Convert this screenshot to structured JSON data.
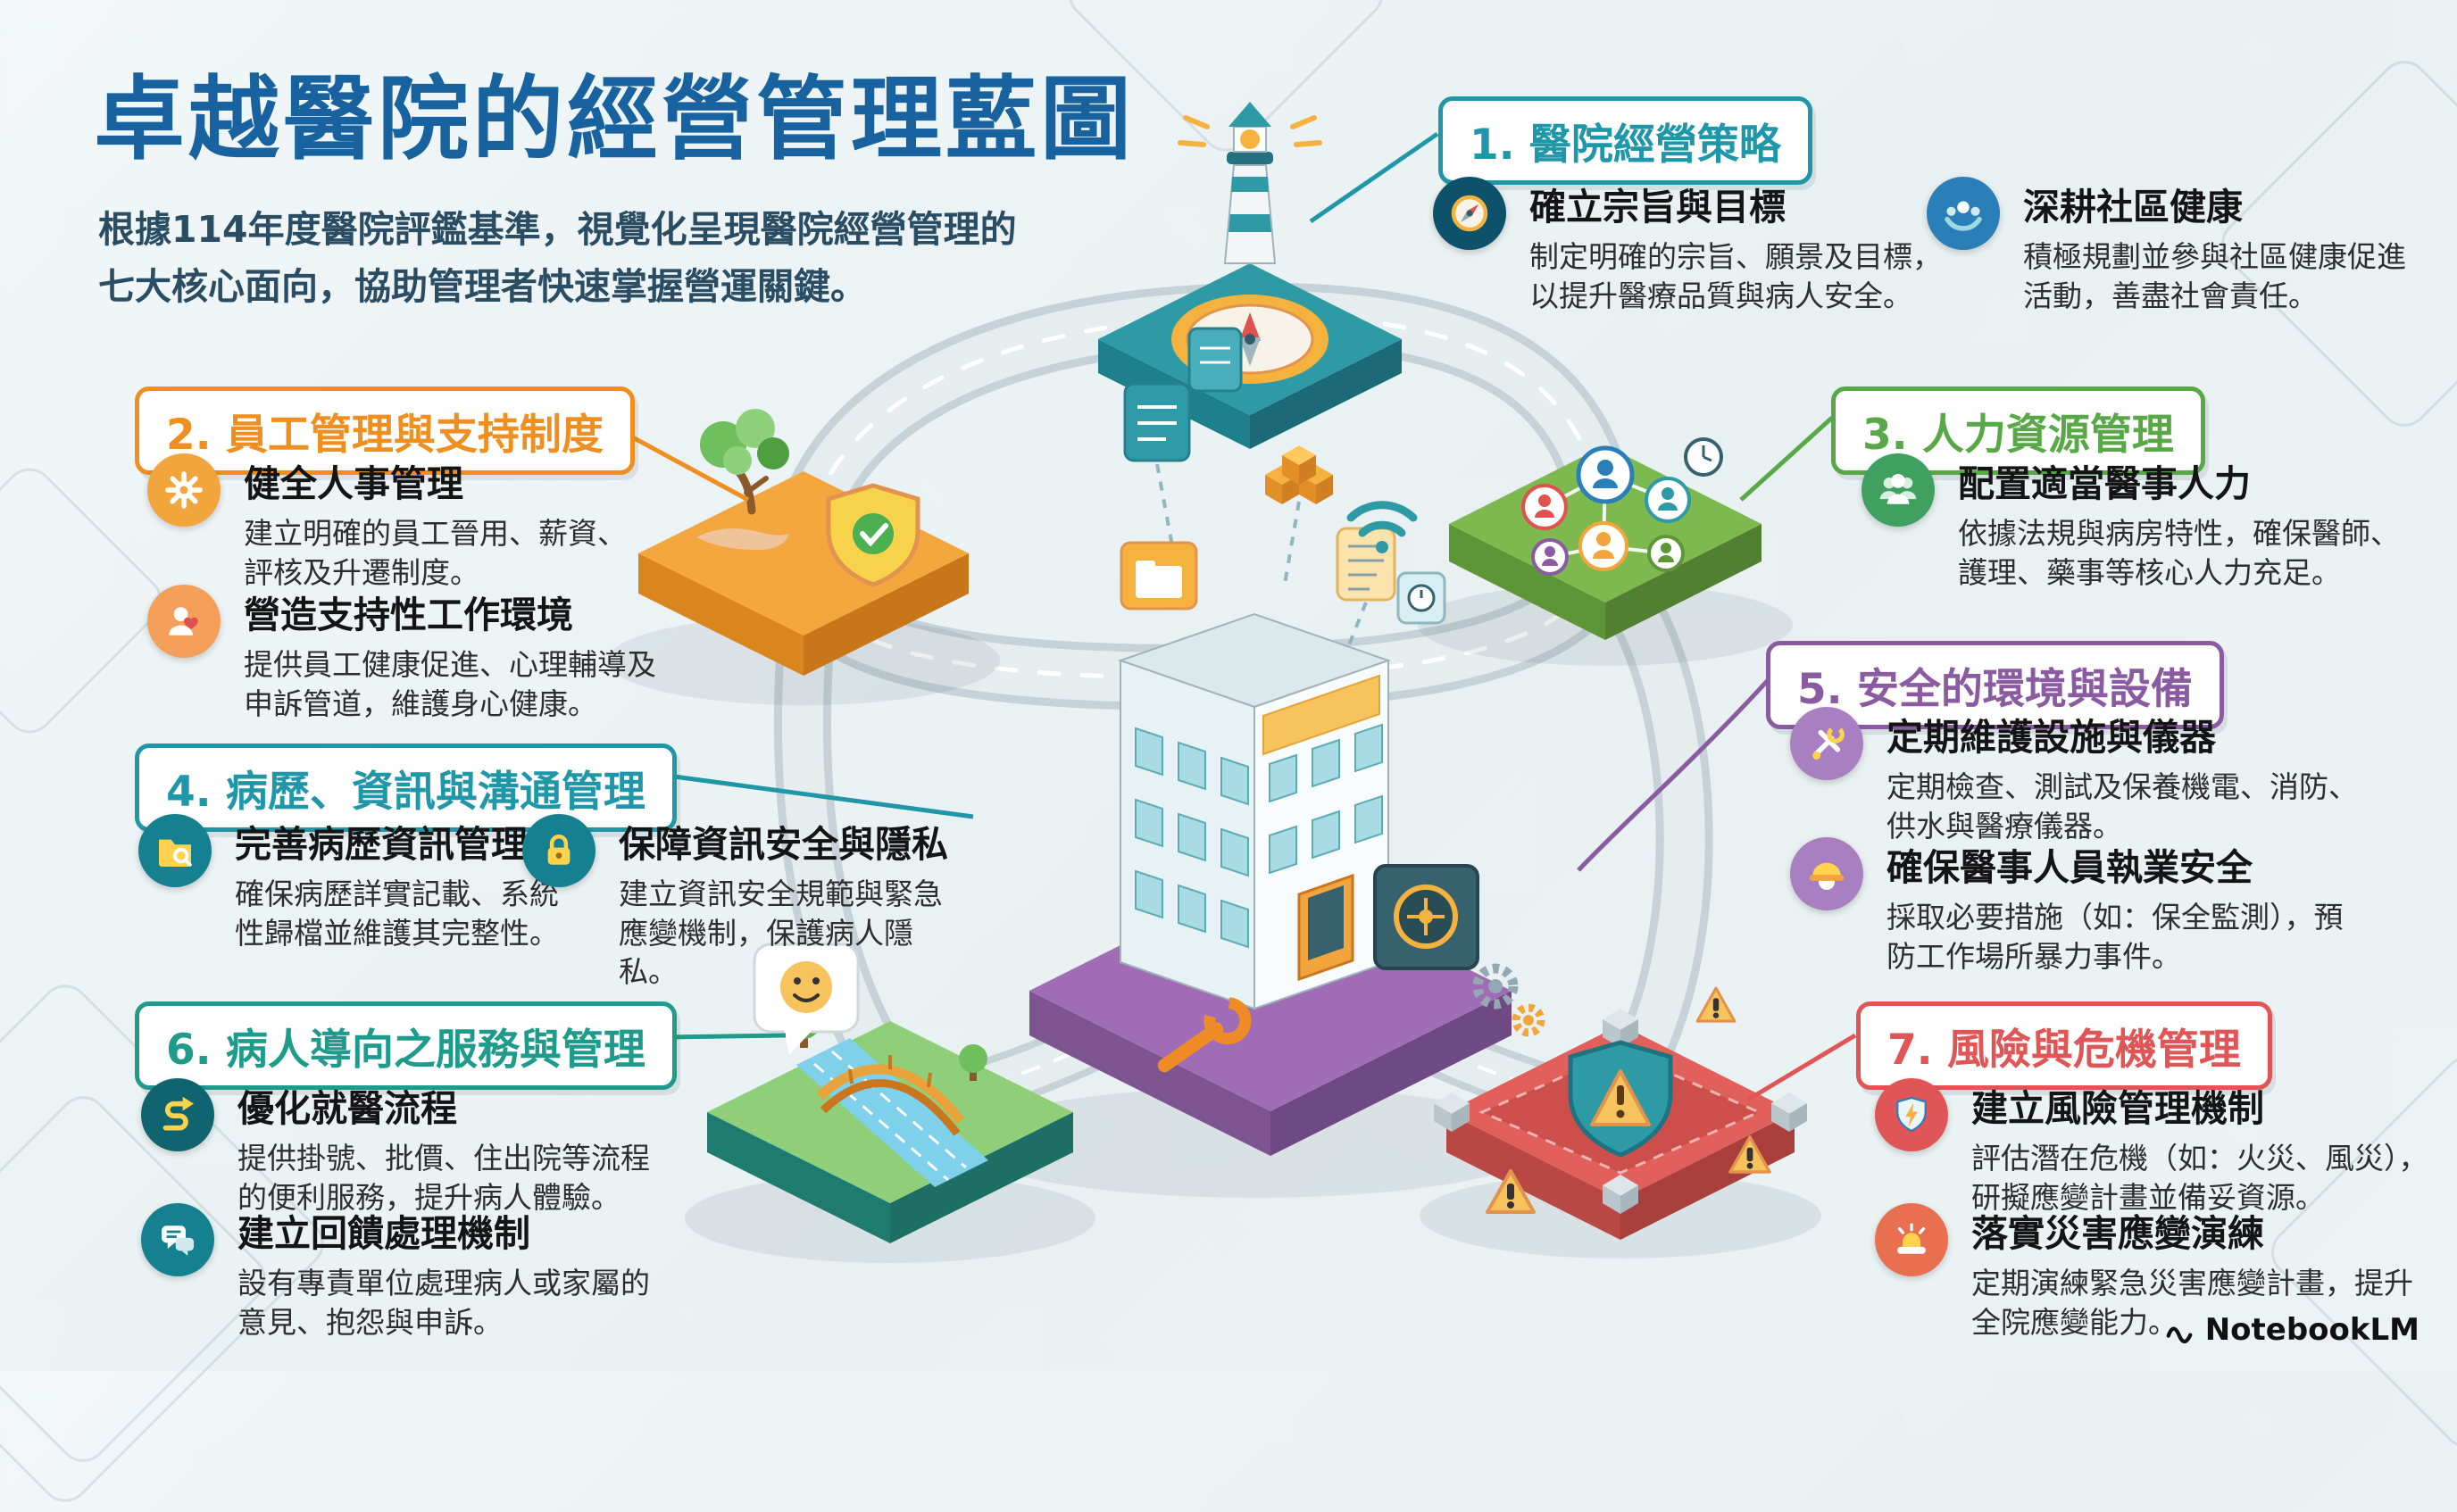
{
  "header": {
    "title": "卓越醫院的經營管理藍圖",
    "subtitle_line1": "根據114年度醫院評鑑基準，視覺化呈現醫院經營管理的",
    "subtitle_line2": "七大核心面向，協助管理者快速掌握營運關鍵。"
  },
  "sections": [
    {
      "label": "1. 醫院經營策略",
      "accent": "#1f97a8",
      "items": [
        {
          "icon": "compass-icon",
          "title": "確立宗旨與目標",
          "desc": "制定明確的宗旨、願景及目標，以提升醫療品質與病人安全。"
        },
        {
          "icon": "community-care-icon",
          "title": "深耕社區健康",
          "desc": "積極規劃並參與社區健康促進活動，善盡社會責任。"
        }
      ]
    },
    {
      "label": "2. 員工管理與支持制度",
      "accent": "#ef8f1f",
      "items": [
        {
          "icon": "gear-person-icon",
          "title": "健全人事管理",
          "desc": "建立明確的員工晉用、薪資、評核及升遷制度。"
        },
        {
          "icon": "person-heart-icon",
          "title": "營造支持性工作環境",
          "desc": "提供員工健康促進、心理輔導及申訴管道，維護身心健康。"
        }
      ]
    },
    {
      "label": "3. 人力資源管理",
      "accent": "#58a847",
      "items": [
        {
          "icon": "people-group-icon",
          "title": "配置適當醫事人力",
          "desc": "依據法規與病房特性，確保醫師、護理、藥事等核心人力充足。"
        }
      ]
    },
    {
      "label": "4. 病歷、資訊與溝通管理",
      "accent": "#1f97a8",
      "items": [
        {
          "icon": "medical-records-icon",
          "title": "完善病歷資訊管理",
          "desc": "確保病歷詳實記載、系統性歸檔並維護其完整性。"
        },
        {
          "icon": "lock-icon",
          "title": "保障資訊安全與隱私",
          "desc": "建立資訊安全規範與緊急應變機制，保護病人隱私。"
        }
      ]
    },
    {
      "label": "5. 安全的環境與設備",
      "accent": "#8a5ba0",
      "items": [
        {
          "icon": "tools-icon",
          "title": "定期維護設施與儀器",
          "desc": "定期檢查、測試及保養機電、消防、供水與醫療儀器。"
        },
        {
          "icon": "safety-helmet-icon",
          "title": "確保醫事人員執業安全",
          "desc": "採取必要措施（如：保全監測），預防工作場所暴力事件。"
        }
      ]
    },
    {
      "label": "6. 病人導向之服務與管理",
      "accent": "#1e9b8a",
      "items": [
        {
          "icon": "process-arrow-icon",
          "title": "優化就醫流程",
          "desc": "提供掛號、批價、住出院等流程的便利服務，提升病人體驗。"
        },
        {
          "icon": "feedback-chat-icon",
          "title": "建立回饋處理機制",
          "desc": "設有專責單位處理病人或家屬的意見、抱怨與申訴。"
        }
      ]
    },
    {
      "label": "7. 風險與危機管理",
      "accent": "#e05555",
      "items": [
        {
          "icon": "shield-bolt-icon",
          "title": "建立風險管理機制",
          "desc": "評估潛在危機（如：火災、風災），研擬應變計畫並備妥資源。"
        },
        {
          "icon": "siren-icon",
          "title": "落實災害應變演練",
          "desc": "定期演練緊急災害應變計畫，提升全院應變能力。"
        }
      ]
    }
  ],
  "watermark": {
    "label": "NotebookLM"
  }
}
